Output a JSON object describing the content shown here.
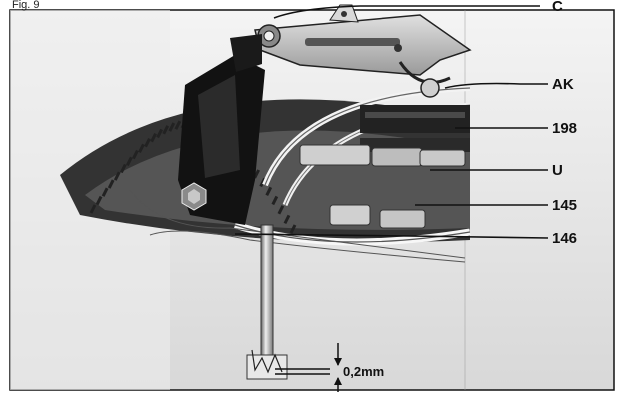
{
  "figure": {
    "title": "Fig. 9",
    "callouts": [
      {
        "id": "c",
        "label": "C"
      },
      {
        "id": "ak",
        "label": "AK"
      },
      {
        "id": "198",
        "label": "198"
      },
      {
        "id": "u",
        "label": "U"
      },
      {
        "id": "145",
        "label": "145"
      },
      {
        "id": "146",
        "label": "146"
      }
    ],
    "dimension": {
      "label": "0,2mm"
    }
  }
}
